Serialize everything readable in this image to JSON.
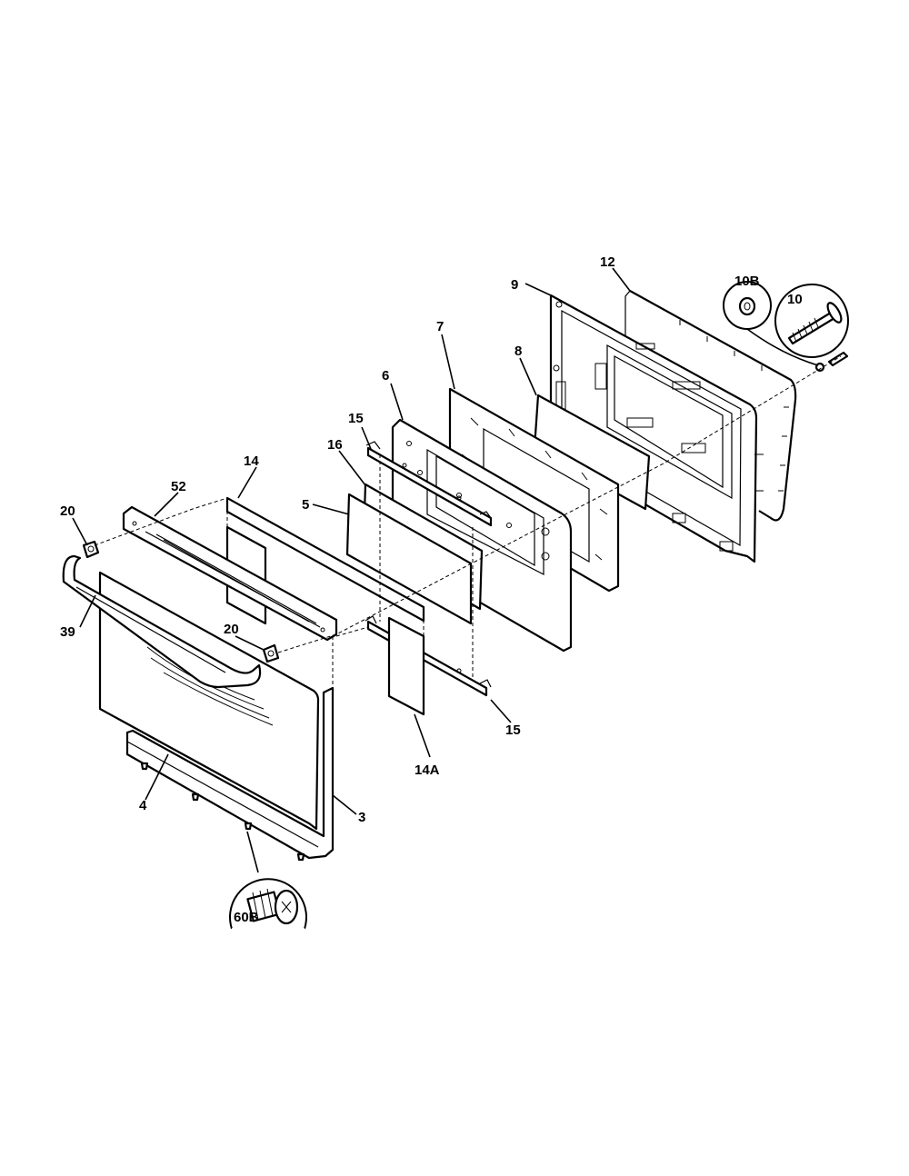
{
  "diagram": {
    "callouts": [
      {
        "id": "c12",
        "label": "12"
      },
      {
        "id": "c9",
        "label": "9"
      },
      {
        "id": "c10b",
        "label": "10B"
      },
      {
        "id": "c10",
        "label": "10"
      },
      {
        "id": "c7",
        "label": "7"
      },
      {
        "id": "c8",
        "label": "8"
      },
      {
        "id": "c6",
        "label": "6"
      },
      {
        "id": "c15a",
        "label": "15"
      },
      {
        "id": "c16",
        "label": "16"
      },
      {
        "id": "c14",
        "label": "14"
      },
      {
        "id": "c5",
        "label": "5"
      },
      {
        "id": "c52",
        "label": "52"
      },
      {
        "id": "c20a",
        "label": "20"
      },
      {
        "id": "c39",
        "label": "39"
      },
      {
        "id": "c20b",
        "label": "20"
      },
      {
        "id": "c15b",
        "label": "15"
      },
      {
        "id": "c14a",
        "label": "14A"
      },
      {
        "id": "c4",
        "label": "4"
      },
      {
        "id": "c3",
        "label": "3"
      },
      {
        "id": "c60b",
        "label": "60B"
      }
    ]
  }
}
